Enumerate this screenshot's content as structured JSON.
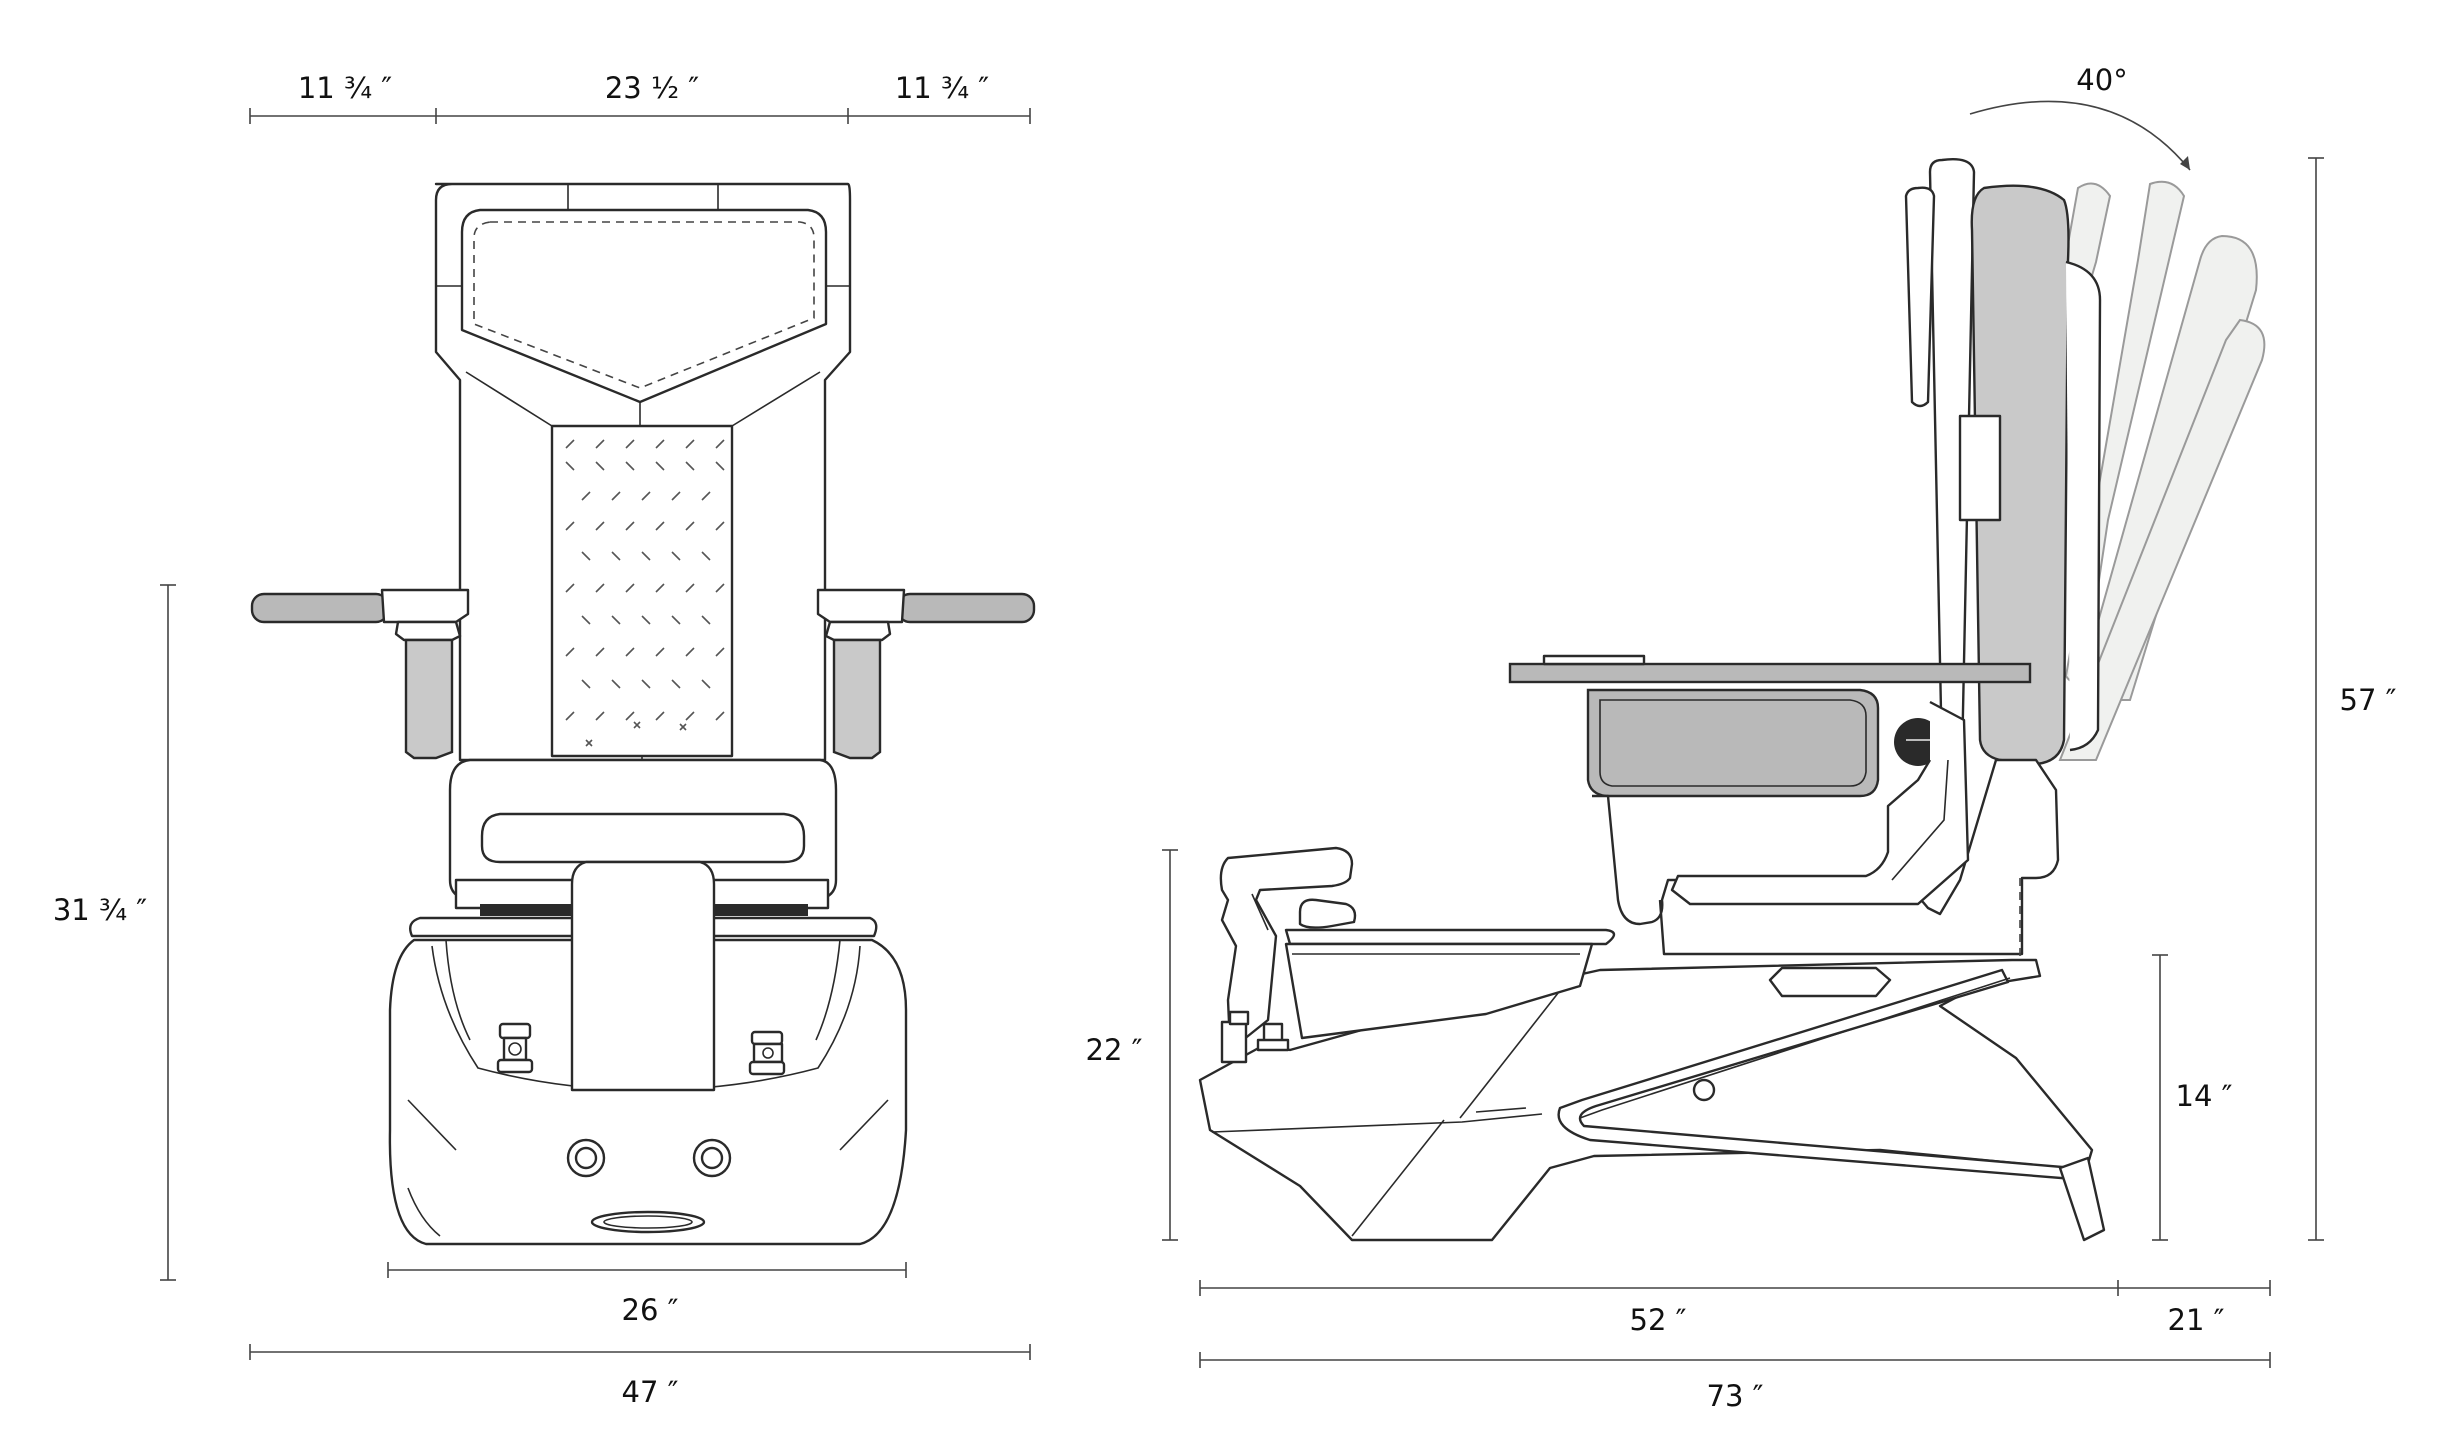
{
  "dimensions": {
    "front_top_left": "11 ¾ ″",
    "front_top_center": "23 ½ ″",
    "front_top_right": "11 ¾ ″",
    "front_height": "31 ¾ ″",
    "front_base_width": "26 ″",
    "front_total_width": "47 ″",
    "side_recline_angle": "40°",
    "side_total_height": "57 ″",
    "side_basin_height": "22 ″",
    "side_base_height": "14 ″",
    "side_length_main": "52 ″",
    "side_length_extension": "21 ″",
    "side_total_length": "73 ″"
  },
  "colors": {
    "line": "#2a2a2a",
    "cushion_grey": "#c9c9c9",
    "recline_ghost": "#f0f1ef",
    "background": "#ffffff"
  }
}
